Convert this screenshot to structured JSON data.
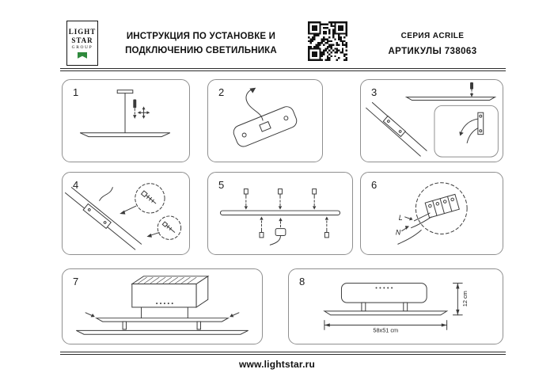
{
  "header": {
    "logo": {
      "line1": "LIGHT",
      "line2": "STAR",
      "line3": "GROUP"
    },
    "title": {
      "line1": "ИНСТРУКЦИЯ ПО УСТАНОВКЕ И",
      "line2": "ПОДКЛЮЧЕНИЮ СВЕТИЛЬНИКА"
    },
    "series": "СЕРИЯ ACRILE",
    "articles": "АРТИКУЛЫ 738063"
  },
  "steps": [
    {
      "number": "1"
    },
    {
      "number": "2"
    },
    {
      "number": "3"
    },
    {
      "number": "4"
    },
    {
      "number": "5"
    },
    {
      "number": "6"
    },
    {
      "number": "7"
    },
    {
      "number": "8"
    }
  ],
  "diagram_labels": {
    "wire_live": "L",
    "wire_neutral": "N",
    "width_dimension": "58x51 cm",
    "height_dimension": "12 cm"
  },
  "footer": {
    "website": "www.lightstar.ru"
  },
  "colors": {
    "logo_green": "#2f8a3d",
    "line_color": "#3a3a3a"
  }
}
